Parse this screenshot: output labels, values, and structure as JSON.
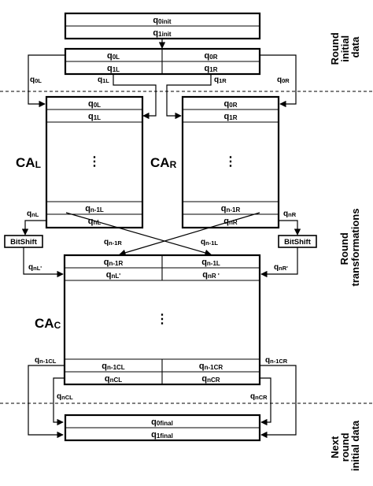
{
  "init_rows": {
    "q0init": {
      "main": "q",
      "sub": "0init"
    },
    "q1init": {
      "main": "q",
      "sub": "1init"
    }
  },
  "split_rows": {
    "q0L": {
      "main": "q",
      "sub": "0L"
    },
    "q0R": {
      "main": "q",
      "sub": "0R"
    },
    "q1L": {
      "main": "q",
      "sub": "1L"
    },
    "q1R": {
      "main": "q",
      "sub": "1R"
    }
  },
  "side_labels": {
    "q0L_left": {
      "main": "q",
      "sub": "0L"
    },
    "q1L_mid": {
      "main": "q",
      "sub": "1L"
    },
    "q1R_mid": {
      "main": "q",
      "sub": "1R"
    },
    "q0R_right": {
      "main": "q",
      "sub": "0R"
    }
  },
  "ca_left": {
    "name": {
      "main": "CA",
      "sub": "L"
    },
    "top_rows": [
      {
        "main": "q",
        "sub": "0L"
      },
      {
        "main": "q",
        "sub": "1L"
      }
    ],
    "ellipsis": "⋮",
    "bottom_rows": [
      {
        "main": "q",
        "sub": "n-1L"
      },
      {
        "main": "q",
        "sub": "nL"
      }
    ]
  },
  "ca_right": {
    "name": {
      "main": "CA",
      "sub": "R"
    },
    "top_rows": [
      {
        "main": "q",
        "sub": "0R"
      },
      {
        "main": "q",
        "sub": "1R"
      }
    ],
    "ellipsis": "⋮",
    "bottom_rows": [
      {
        "main": "q",
        "sub": "n-1R"
      },
      {
        "main": "q",
        "sub": "nR"
      }
    ]
  },
  "out_labels": {
    "qnL": {
      "main": "q",
      "sub": "nL"
    },
    "qnR": {
      "main": "q",
      "sub": "nR"
    },
    "cross_left": {
      "main": "q",
      "sub": "n-1R"
    },
    "cross_right": {
      "main": "q",
      "sub": "n-1L"
    },
    "qnL_prime": {
      "main": "q",
      "sub": "nL'"
    },
    "qnR_prime": {
      "main": "q",
      "sub": "nR'"
    }
  },
  "bitshift_left": "BitShift",
  "bitshift_right": "BitShift",
  "ca_center": {
    "name": {
      "main": "CA",
      "sub": "C"
    },
    "top_rows": [
      [
        {
          "main": "q",
          "sub": "n-1R"
        },
        {
          "main": "q",
          "sub": "n-1L"
        }
      ],
      [
        {
          "main": "q",
          "sub": "nL'"
        },
        {
          "main": "q",
          "sub": "nR '"
        }
      ]
    ],
    "ellipsis": "⋮",
    "bottom_rows": [
      [
        {
          "main": "q",
          "sub": "n-1CL"
        },
        {
          "main": "q",
          "sub": "n-1CR"
        }
      ],
      [
        {
          "main": "q",
          "sub": "nCL"
        },
        {
          "main": "q",
          "sub": "nCR"
        }
      ]
    ]
  },
  "final_labels": {
    "qn1CL_left": {
      "main": "q",
      "sub": "n-1CL"
    },
    "qnCL_inner": {
      "main": "q",
      "sub": "nCL"
    },
    "qnCR_inner": {
      "main": "q",
      "sub": "nCR"
    },
    "qn1CR_right": {
      "main": "q",
      "sub": "n-1CR"
    }
  },
  "final_rows": {
    "q0final": {
      "main": "q",
      "sub": "0final"
    },
    "q1final": {
      "main": "q",
      "sub": "1final"
    }
  },
  "sections": {
    "round_initial": [
      "Round",
      "initial",
      "data"
    ],
    "round_transform": [
      "Round",
      "transformations"
    ],
    "next_round": [
      "Next",
      "round",
      "initial data"
    ]
  }
}
